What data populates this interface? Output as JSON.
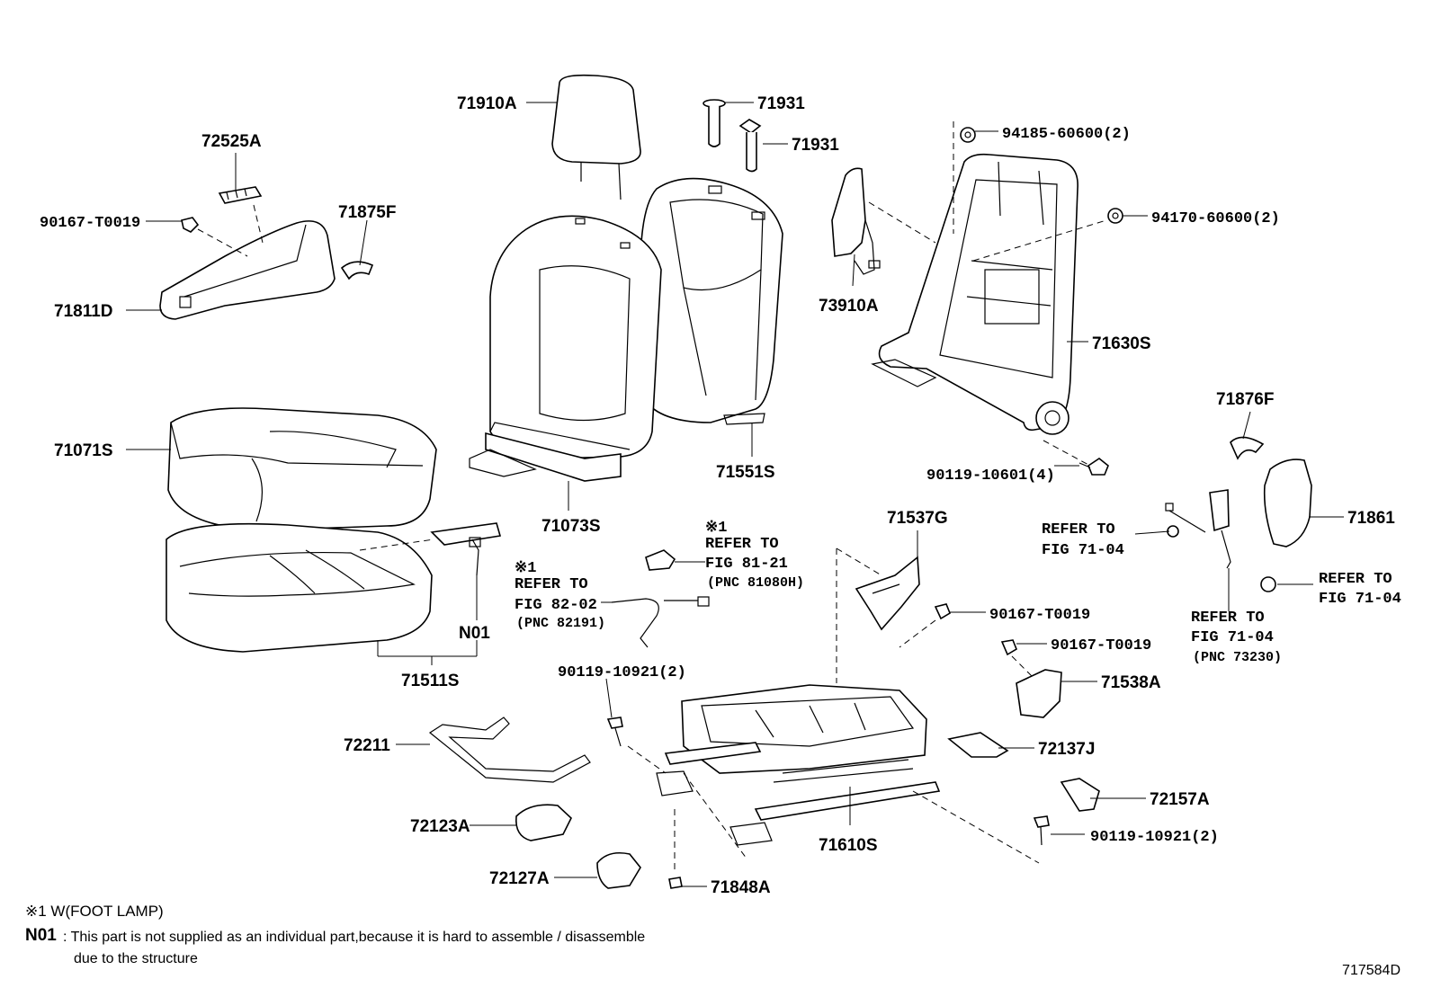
{
  "parts": {
    "p71910A": "71910A",
    "p71931_a": "71931",
    "p71931_b": "71931",
    "p94185": "94185-60600(2)",
    "p94170": "94170-60600(2)",
    "p72525A": "72525A",
    "p90167_top": "90167-T0019",
    "p71875F": "71875F",
    "p71811D": "71811D",
    "p73910A": "73910A",
    "p71630S": "71630S",
    "p71071S": "71071S",
    "p71551S": "71551S",
    "p71073S": "71073S",
    "p71876F": "71876F",
    "p90119_10601": "90119-10601(4)",
    "p71537G": "71537G",
    "p71861": "71861",
    "p90167_mid": "90167-T0019",
    "p90167_low": "90167-T0019",
    "p71538A": "71538A",
    "pN01": "N01",
    "p71511S": "71511S",
    "p90119_10921_a": "90119-10921(2)",
    "p72211": "72211",
    "p72137J": "72137J",
    "p72157A": "72157A",
    "p72123A": "72123A",
    "p71610S": "71610S",
    "p90119_10921_b": "90119-10921(2)",
    "p72127A": "72127A",
    "p71848A": "71848A"
  },
  "refs": {
    "r1_mark": "※1",
    "r1_line1": "REFER TO",
    "r1_line2": "FIG 81-21",
    "r1_pnc": "(PNC 81080H)",
    "r2_mark": "※1",
    "r2_line1": "REFER TO",
    "r2_line2": "FIG 82-02",
    "r2_pnc": "(PNC 82191)",
    "r3_line1": "REFER TO",
    "r3_line2": "FIG 71-04",
    "r4_line1": "REFER TO",
    "r4_line2": "FIG 71-04",
    "r5_line1": "REFER TO",
    "r5_line2": "FIG 71-04",
    "r5_pnc": "(PNC 73230)"
  },
  "notes": {
    "note1": "※1 W(FOOT LAMP)",
    "n01_mark": "N01",
    "n01_line1": ": This part is not supplied as an individual part,because it is hard to assemble / disassemble",
    "n01_line2": "due to the structure"
  },
  "figure_id": "717584D"
}
